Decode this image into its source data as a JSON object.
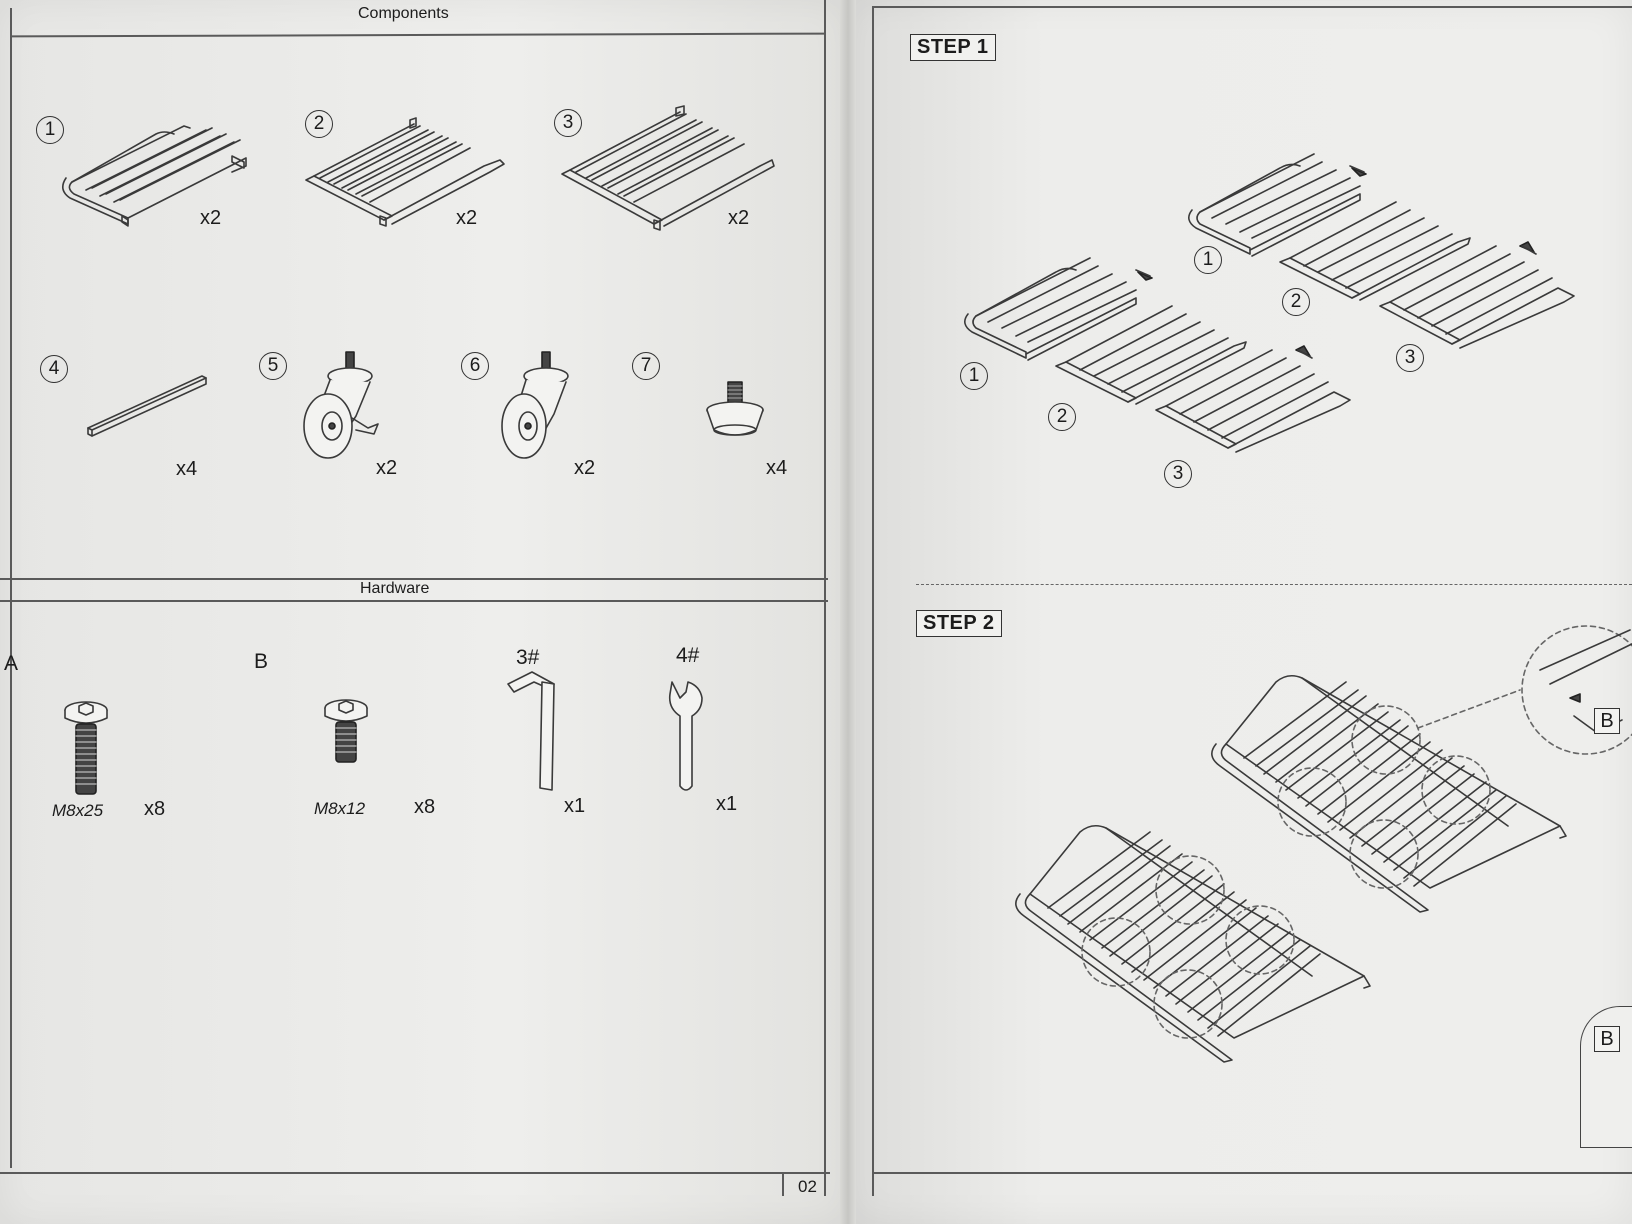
{
  "left_page": {
    "components_title": "Components",
    "components": [
      {
        "number": "1",
        "qty": "x2"
      },
      {
        "number": "2",
        "qty": "x2"
      },
      {
        "number": "3",
        "qty": "x2"
      },
      {
        "number": "4",
        "qty": "x4"
      },
      {
        "number": "5",
        "qty": "x2"
      },
      {
        "number": "6",
        "qty": "x2"
      },
      {
        "number": "7",
        "qty": "x4"
      }
    ],
    "hardware_title": "Hardware",
    "hardware": [
      {
        "label": "A",
        "spec": "M8x25",
        "qty": "x8"
      },
      {
        "label": "B",
        "spec": "M8x12",
        "qty": "x8"
      },
      {
        "label": "3#",
        "qty": "x1"
      },
      {
        "label": "4#",
        "qty": "x1"
      }
    ],
    "page_number": "02"
  },
  "right_page": {
    "step1": {
      "title": "STEP 1",
      "row_top_labels": [
        "1",
        "2",
        "3"
      ],
      "row_bottom_labels": [
        "1",
        "2",
        "3"
      ]
    },
    "step2": {
      "title": "STEP 2",
      "callout_label": "B",
      "corner_label": "B"
    }
  }
}
